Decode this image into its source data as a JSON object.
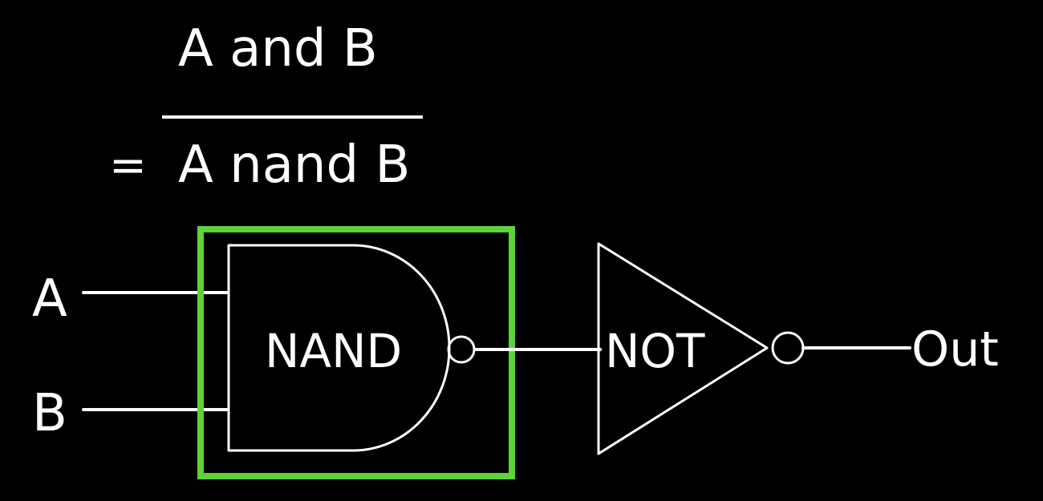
{
  "equation": {
    "top_expression": "A and B",
    "equals_sign": "=",
    "bottom_expression": "A nand B"
  },
  "inputs": {
    "a_label": "A",
    "b_label": "B"
  },
  "gates": {
    "nand_label": "NAND",
    "not_label": "NOT"
  },
  "output": {
    "label": "Out"
  },
  "colors": {
    "background": "#000000",
    "chalk": "#ffffff",
    "highlight_box": "#5fd13a"
  }
}
